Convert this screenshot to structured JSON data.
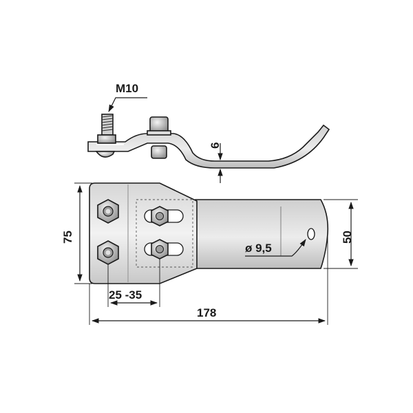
{
  "labels": {
    "thread": "M10",
    "thickness": "6",
    "height": "75",
    "width": "50",
    "hole_diameter": "ø 9,5",
    "slot_range": "25 -35",
    "length": "178"
  },
  "colors": {
    "metal_light": "#e6e6e6",
    "metal_mid": "#c4c4c4",
    "metal_dark": "#8a8a8a",
    "line": "#1a1a1a"
  }
}
